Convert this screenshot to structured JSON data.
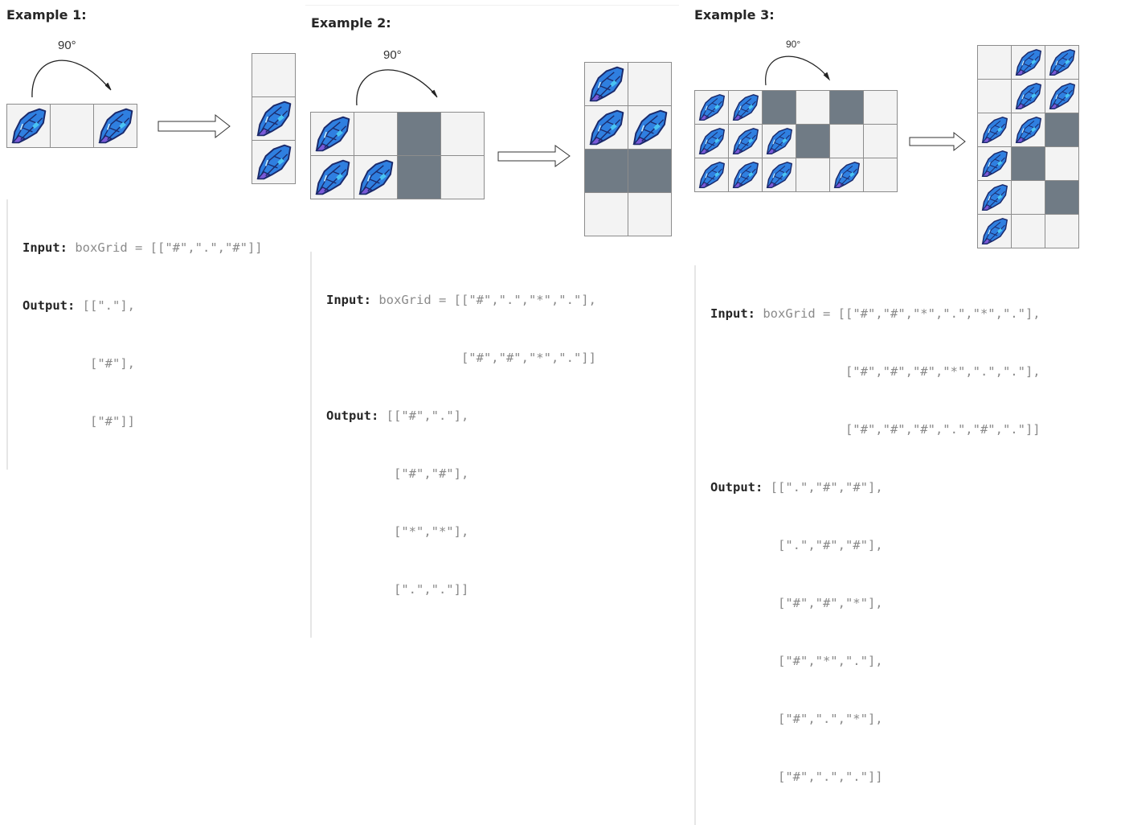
{
  "legend": {
    "stone": "#",
    "obstacle": "*",
    "empty": "."
  },
  "colors": {
    "obstacle": "#707b85",
    "empty": "#f3f3f3",
    "border": "#8c8c8c",
    "text": "#262626",
    "code": "#8a8a8a"
  },
  "examples": [
    {
      "title": "Example 1:",
      "rotation_label": "90°",
      "input_grid": [
        [
          "#",
          ".",
          "#"
        ]
      ],
      "output_grid": [
        [
          "."
        ],
        [
          "#"
        ],
        [
          "#"
        ]
      ],
      "code": {
        "input_label": "Input:",
        "input_lines": [
          "boxGrid = [[\"#\",\".\",\"#\"]]"
        ],
        "output_label": "Output:",
        "output_lines": [
          "[[\".\"],",
          " [\"#\"],",
          " [\"#\"]]"
        ]
      }
    },
    {
      "title": "Example 2:",
      "rotation_label": "90°",
      "input_grid": [
        [
          "#",
          ".",
          "*",
          "."
        ],
        [
          "#",
          "#",
          "*",
          "."
        ]
      ],
      "output_grid": [
        [
          "#",
          "."
        ],
        [
          "#",
          "#"
        ],
        [
          "*",
          "*"
        ],
        [
          ".",
          "."
        ]
      ],
      "code": {
        "input_label": "Input:",
        "input_lines": [
          "boxGrid = [[\"#\",\".\",\"*\",\".\"],",
          "           [\"#\",\"#\",\"*\",\".\"]]"
        ],
        "output_label": "Output:",
        "output_lines": [
          "[[\"#\",\".\"],",
          " [\"#\",\"#\"],",
          " [\"*\",\"*\"],",
          " [\".\",\".\"]]"
        ]
      }
    },
    {
      "title": "Example 3:",
      "rotation_label": "90°",
      "input_grid": [
        [
          "#",
          "#",
          "*",
          ".",
          "*",
          "."
        ],
        [
          "#",
          "#",
          "#",
          "*",
          ".",
          "."
        ],
        [
          "#",
          "#",
          "#",
          ".",
          "#",
          "."
        ]
      ],
      "output_grid": [
        [
          ".",
          "#",
          "#"
        ],
        [
          ".",
          "#",
          "#"
        ],
        [
          "#",
          "#",
          "*"
        ],
        [
          "#",
          "*",
          "."
        ],
        [
          "#",
          ".",
          "*"
        ],
        [
          "#",
          ".",
          "."
        ]
      ],
      "code": {
        "input_label": "Input:",
        "input_lines": [
          "boxGrid = [[\"#\",\"#\",\"*\",\".\",\"*\",\".\"],",
          "           [\"#\",\"#\",\"#\",\"*\",\".\",\".\"],",
          "           [\"#\",\"#\",\"#\",\".\",\"#\",\".\"]]"
        ],
        "output_label": "Output:",
        "output_lines": [
          "[[\".\",\"#\",\"#\"],",
          " [\".\",\"#\",\"#\"],",
          " [\"#\",\"#\",\"*\"],",
          " [\"#\",\"*\",\".\"],",
          " [\"#\",\".\",\"*\"],",
          " [\"#\",\".\",\".\"]]"
        ]
      }
    }
  ]
}
